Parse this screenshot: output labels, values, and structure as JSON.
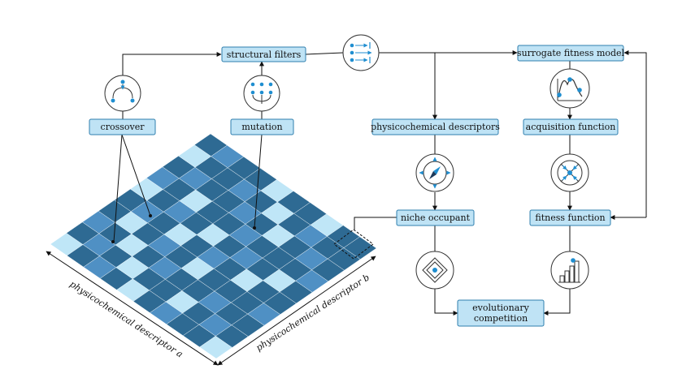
{
  "boxes": {
    "structural_filters": "structural filters",
    "surrogate_fitness_model": "surrogate fitness model",
    "crossover": "crossover",
    "mutation": "mutation",
    "physicochemical_descriptors": "physicochemical descriptors",
    "acquisition_function": "acquisition function",
    "niche_occupant": "niche occupant",
    "fitness_function": "fitness function",
    "evolutionary_competition_line1": "evolutionary",
    "evolutionary_competition_line2": "competition"
  },
  "axes": {
    "descriptor_a": "physicochemical descriptor a",
    "descriptor_b": "physicochemical descriptor b"
  },
  "icons": [
    "crossover-icon",
    "mutation-icon",
    "filter-arrows-icon",
    "fitness-curve-icon",
    "compass-icon",
    "target-icon",
    "niche-icon",
    "bar-chart-icon"
  ],
  "colors": {
    "box_fill": "#bfe3f5",
    "box_stroke": "#2f7fae",
    "icon_accent": "#1f8ed0",
    "grid_dark": "#2e6a93",
    "grid_mid": "#4f90c4",
    "grid_light": "#bfe6f7"
  },
  "grid": {
    "rows": 10,
    "cols": 10,
    "levels": [
      [
        2,
        0,
        1,
        0,
        0,
        2,
        1,
        0,
        2,
        0
      ],
      [
        0,
        1,
        0,
        2,
        1,
        0,
        0,
        1,
        0,
        1
      ],
      [
        1,
        0,
        2,
        0,
        0,
        1,
        2,
        0,
        0,
        0
      ],
      [
        0,
        2,
        0,
        1,
        2,
        0,
        0,
        0,
        1,
        0
      ],
      [
        2,
        0,
        1,
        0,
        0,
        2,
        0,
        1,
        0,
        2
      ],
      [
        0,
        0,
        0,
        2,
        1,
        0,
        1,
        0,
        2,
        0
      ],
      [
        1,
        2,
        0,
        0,
        0,
        1,
        0,
        2,
        0,
        0
      ],
      [
        0,
        0,
        1,
        0,
        2,
        0,
        0,
        0,
        1,
        2
      ],
      [
        0,
        1,
        0,
        0,
        0,
        2,
        0,
        1,
        0,
        0
      ],
      [
        2,
        0,
        0,
        1,
        0,
        0,
        1,
        0,
        0,
        0
      ]
    ]
  }
}
